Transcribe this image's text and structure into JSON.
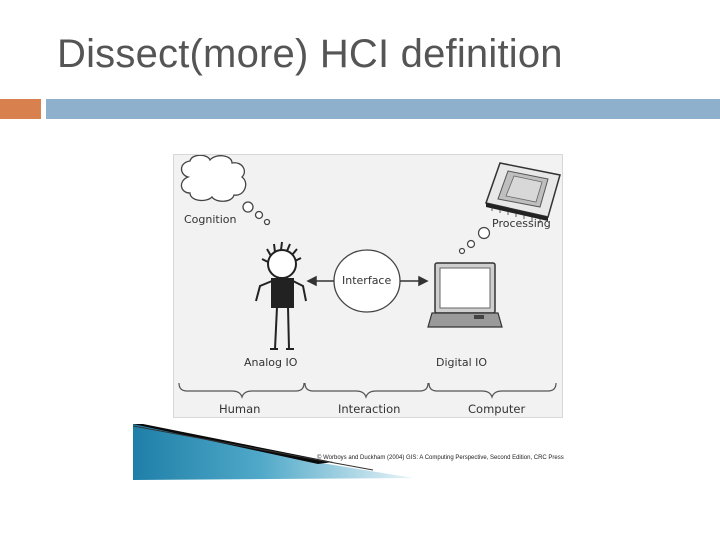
{
  "slide": {
    "title": "Dissect(more) HCI definition"
  },
  "colors": {
    "accent_orange": "#d9804f",
    "accent_blue": "#8fb0cc",
    "title_gray": "#555555",
    "strip_blue": "#1f7fa8"
  },
  "diagram": {
    "nodes": {
      "cognition": "Cognition",
      "processing": "Processing",
      "interface": "Interface",
      "analog_io": "Analog IO",
      "digital_io": "Digital IO"
    },
    "groups": [
      "Human",
      "Interaction",
      "Computer"
    ],
    "icons": [
      "thought-cloud-icon",
      "stick-person-icon",
      "cpu-chip-icon",
      "laptop-icon",
      "double-arrow-icon"
    ]
  },
  "credit": {
    "text": "© Worboys and Duckham (2004) GIS: A Computing Perspective, Second Edition, CRC Press"
  }
}
